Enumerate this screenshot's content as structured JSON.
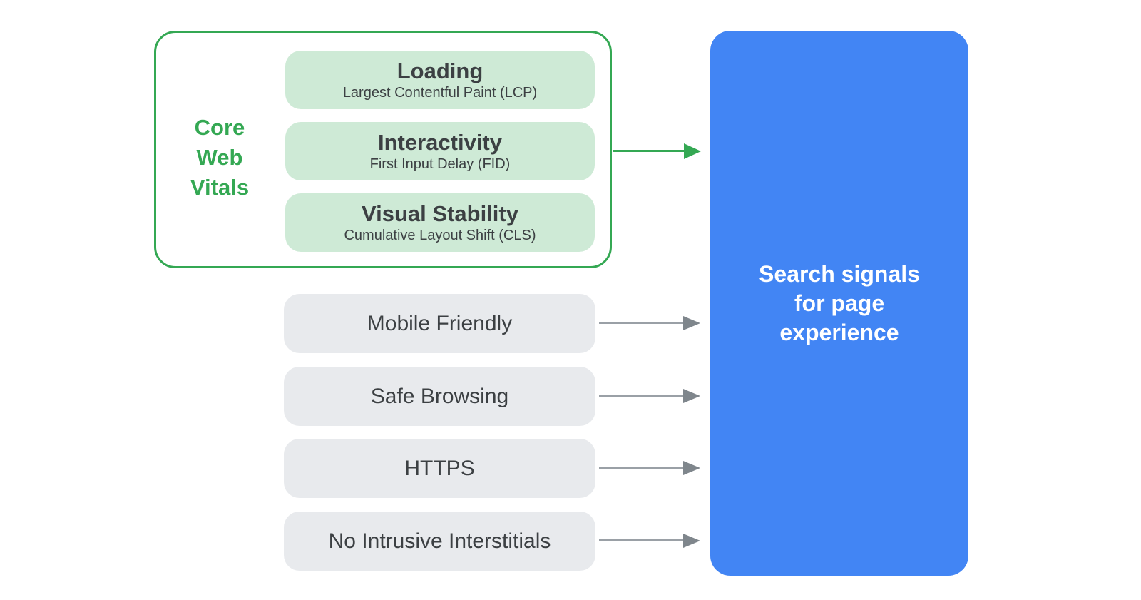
{
  "colors": {
    "green_accent": "#34a853",
    "light_green_fill": "#ceead6",
    "gray_fill": "#e8eaed",
    "gray_arrow": "#9aa0a6",
    "blue_fill": "#4285f4",
    "dark_text": "#3c4043",
    "white_text": "#ffffff"
  },
  "core_web_vitals": {
    "label": "Core\nWeb\nVitals",
    "items": [
      {
        "title": "Loading",
        "subtitle": "Largest Contentful Paint (LCP)"
      },
      {
        "title": "Interactivity",
        "subtitle": "First Input Delay (FID)"
      },
      {
        "title": "Visual Stability",
        "subtitle": "Cumulative Layout Shift (CLS)"
      }
    ]
  },
  "other_signals": [
    "Mobile Friendly",
    "Safe Browsing",
    "HTTPS",
    "No Intrusive Interstitials"
  ],
  "result_box": {
    "label": "Search signals\nfor page\nexperience"
  }
}
